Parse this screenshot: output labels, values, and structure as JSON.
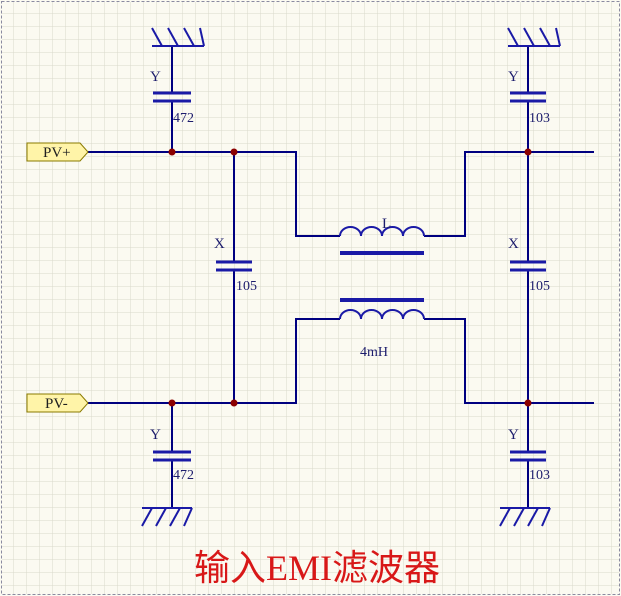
{
  "title": "输入EMI滤波器",
  "ports": {
    "pos": "PV+",
    "neg": "PV-"
  },
  "inductor": {
    "label": "L",
    "value": "4mH"
  },
  "capacitors": {
    "y_in_top": {
      "type": "Y",
      "value": "472"
    },
    "y_in_bot": {
      "type": "Y",
      "value": "472"
    },
    "x_in": {
      "type": "X",
      "value": "105"
    },
    "y_out_top": {
      "type": "Y",
      "value": "103"
    },
    "y_out_bot": {
      "type": "Y",
      "value": "103"
    },
    "x_out": {
      "type": "X",
      "value": "105"
    }
  },
  "colors": {
    "background": "#fbfaf1",
    "grid": "#d9d9cc",
    "wire": "#000080",
    "component": "#1a1aa6",
    "junction": "#8b0000",
    "port_fill": "#fff4a8",
    "port_stroke": "#8a7a00",
    "title": "#d81818"
  }
}
